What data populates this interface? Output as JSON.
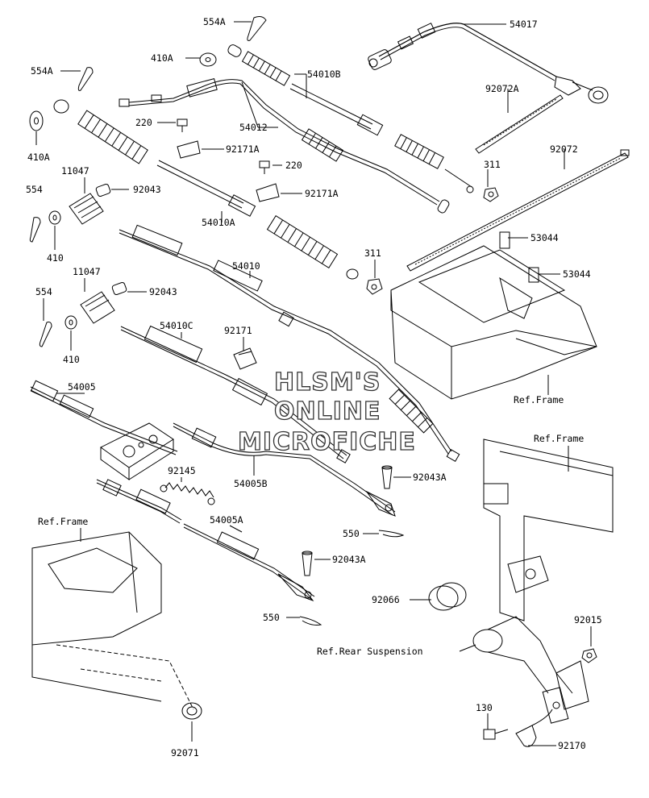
{
  "parts": {
    "p554A_top": "554A",
    "p410A_top": "410A",
    "p54017": "54017",
    "p554A_left": "554A",
    "p54010B": "54010B",
    "p92072A": "92072A",
    "p410A_left": "410A",
    "p220_a": "220",
    "p54012": "54012",
    "p92171A_a": "92171A",
    "p92072": "92072",
    "p11047_a": "11047",
    "p220_b": "220",
    "p311_a": "311",
    "p554_a": "554",
    "p92043_a": "92043",
    "p92171A_b": "92171A",
    "p54010A": "54010A",
    "p53044_a": "53044",
    "p410_a": "410",
    "p53044_b": "53044",
    "p311_b": "311",
    "p11047_b": "11047",
    "p54010": "54010",
    "p554_b": "554",
    "p92043_b": "92043",
    "p54010C": "54010C",
    "p92171": "92171",
    "p410_b": "410",
    "p54005": "54005",
    "p92145": "92145",
    "p54005B": "54005B",
    "p92043A_a": "92043A",
    "p550_a": "550",
    "p54005A": "54005A",
    "p92043A_b": "92043A",
    "p550_b": "550",
    "p92066": "92066",
    "p92015": "92015",
    "p130": "130",
    "p92170": "92170",
    "p92071": "92071"
  },
  "references": {
    "frame_right": "Ref.Frame",
    "frame_mid": "Ref.Frame",
    "frame_left": "Ref.Frame",
    "rear_suspension": "Ref.Rear Suspension"
  },
  "watermark": {
    "line1": "HLSM'S",
    "line2": "ONLINE",
    "line3": "MICROFICHE"
  }
}
